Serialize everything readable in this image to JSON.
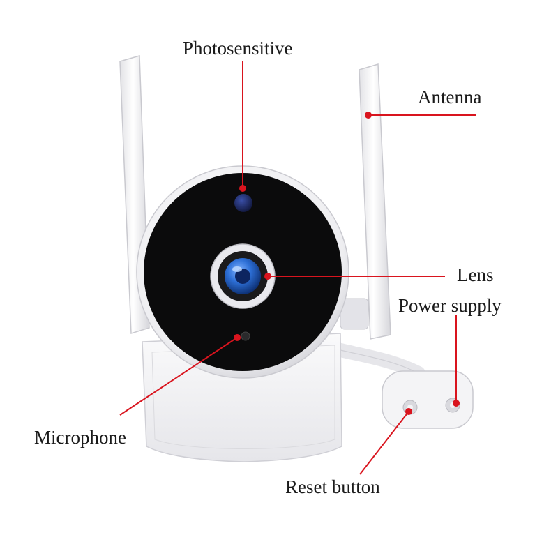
{
  "labels": {
    "photosensitive": "Photosensitive",
    "antenna": "Antenna",
    "lens": "Lens",
    "power_supply": "Power supply",
    "microphone": "Microphone",
    "reset_button": "Reset button"
  },
  "colors": {
    "leader": "#d9141e",
    "camera_body": "#f4f4f6",
    "face": "#0b0b0c",
    "lens_blue": "#2d6fd6"
  }
}
